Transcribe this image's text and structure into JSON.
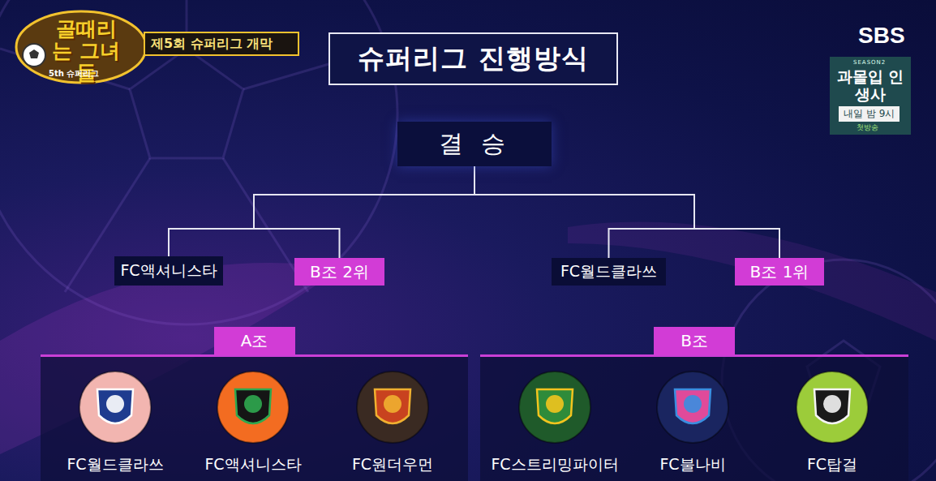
{
  "diagram": {
    "title": "슈퍼리그 진행방식",
    "nodes": [
      {
        "text": [
          "결 승"
        ]
      },
      {
        "text": [
          "FC액셔니스타"
        ]
      },
      {
        "text": [
          "B조 2위"
        ]
      },
      {
        "text": [
          "FC월드클라쓰"
        ]
      },
      {
        "text": [
          "B조 1위"
        ]
      },
      {
        "text": [
          "A조"
        ]
      },
      {
        "text": [
          "FC월드클라쓰"
        ],
        "in": 5
      },
      {
        "text": [
          "FC액셔니스타"
        ],
        "in": 5
      },
      {
        "text": [
          "FC원더우먼"
        ],
        "in": 5
      },
      {
        "text": [
          "B조"
        ]
      },
      {
        "text": [
          "FC스트리밍파이터"
        ],
        "in": 9
      },
      {
        "text": [
          "FC불나비"
        ],
        "in": 9
      },
      {
        "text": [
          "FC탑걸"
        ],
        "in": 9
      }
    ],
    "edges": [
      {
        "from": 0,
        "to": 1,
        "arrow": "none"
      },
      {
        "from": 0,
        "to": 2,
        "arrow": "none"
      },
      {
        "from": 0,
        "to": 3,
        "arrow": "none"
      },
      {
        "from": 0,
        "to": 4,
        "arrow": "none"
      }
    ],
    "labels": [
      "골때리는 그녀들",
      "5th 슈퍼리그",
      "제5회 슈퍼리그 개막",
      "SBS",
      "SEASON2",
      "과몰입 인생사",
      "내일 밤 9시",
      "첫방송"
    ]
  }
}
